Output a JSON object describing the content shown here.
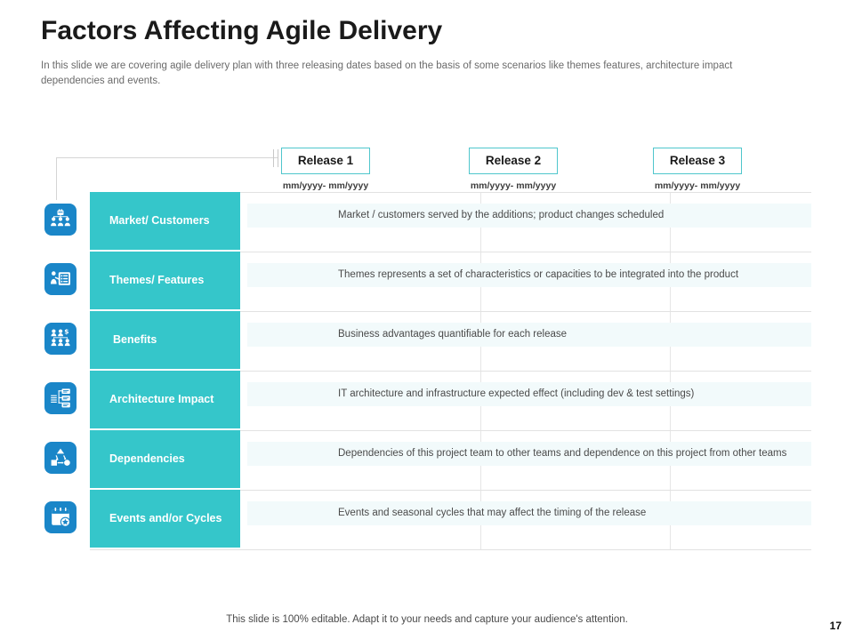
{
  "header": {
    "title": "Factors Affecting Agile Delivery",
    "subtitle": "In this slide we are covering agile delivery plan with three releasing dates based on the basis of some scenarios like themes features, architecture impact dependencies and events."
  },
  "releases": [
    {
      "label": "Release 1",
      "dates": "mm/yyyy- mm/yyyy"
    },
    {
      "label": "Release 2",
      "dates": "mm/yyyy- mm/yyyy"
    },
    {
      "label": "Release 3",
      "dates": "mm/yyyy- mm/yyyy"
    }
  ],
  "rows": [
    {
      "icon": "market-customers-icon",
      "label": "Market/ Customers",
      "content": "Market / customers served by the additions; product changes scheduled"
    },
    {
      "icon": "themes-features-icon",
      "label": "Themes/ Features",
      "content": "Themes represents a set of characteristics or capacities to be integrated into the product"
    },
    {
      "icon": "benefits-icon",
      "label": "Benefits",
      "content": "Business advantages quantifiable for each release"
    },
    {
      "icon": "architecture-impact-icon",
      "label": "Architecture Impact",
      "content": "IT architecture and infrastructure expected effect (including dev & test settings)"
    },
    {
      "icon": "dependencies-icon",
      "label": "Dependencies",
      "content": "Dependencies of this project team to other teams and dependence on this project from other teams"
    },
    {
      "icon": "events-cycles-icon",
      "label": "Events and/or Cycles",
      "content": "Events and seasonal cycles that may affect the timing of the release"
    }
  ],
  "footer": {
    "note": "This slide is 100% editable. Adapt it to your needs and capture your audience's attention.",
    "page_number": "17"
  },
  "colors": {
    "teal": "#35c6ca",
    "icon_blue": "#1a86c8",
    "content_bg": "#f2fafb",
    "release_border": "#4fc6cc"
  }
}
